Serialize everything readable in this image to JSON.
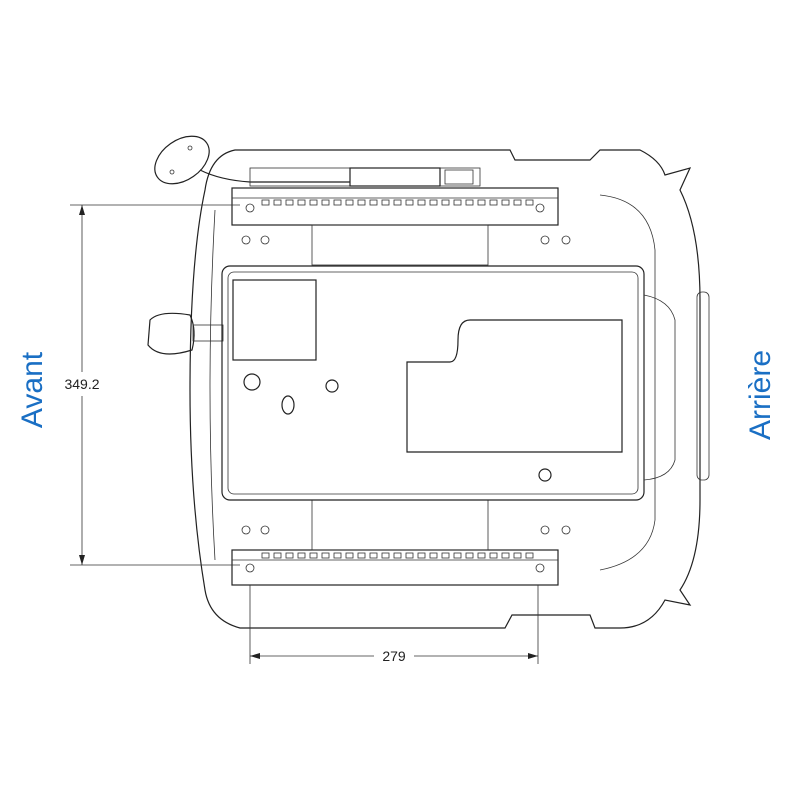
{
  "labels": {
    "front": "Avant",
    "rear": "Arrière"
  },
  "dimensions": {
    "length": "349.2",
    "rail_spacing": "279"
  },
  "colors": {
    "label": "#1a6fc4",
    "line": "#222222"
  }
}
